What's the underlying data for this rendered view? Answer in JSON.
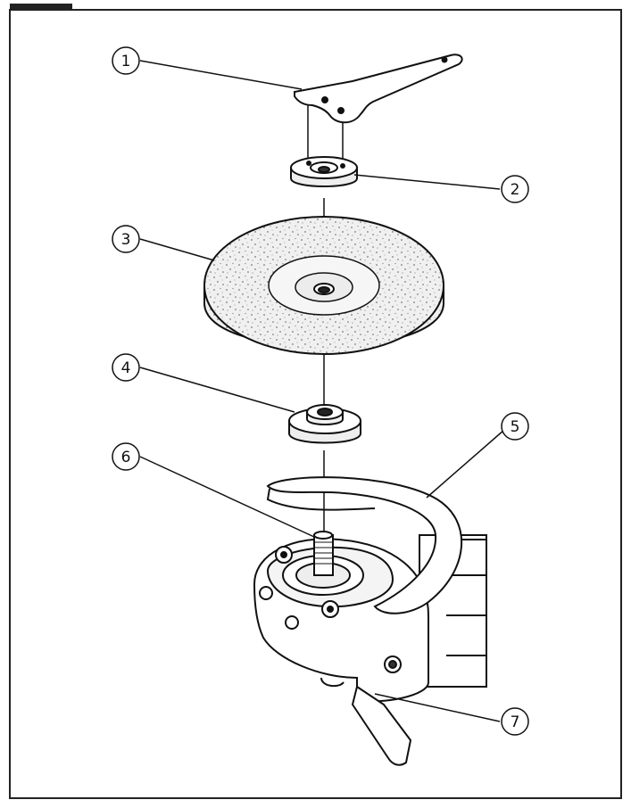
{
  "callouts": [
    {
      "id": "callout-1",
      "label": "1",
      "part": "wrench"
    },
    {
      "id": "callout-2",
      "label": "2",
      "part": "lock-nut"
    },
    {
      "id": "callout-3",
      "label": "3",
      "part": "grinding-wheel"
    },
    {
      "id": "callout-4",
      "label": "4",
      "part": "inner-flange"
    },
    {
      "id": "callout-5",
      "label": "5",
      "part": "wheel-guard"
    },
    {
      "id": "callout-6",
      "label": "6",
      "part": "spindle"
    },
    {
      "id": "callout-7",
      "label": "7",
      "part": "shaft-lock"
    }
  ],
  "colors": {
    "line": "#111111",
    "frame": "#222222",
    "wheel_fill": "#efefef",
    "background": "#ffffff"
  }
}
